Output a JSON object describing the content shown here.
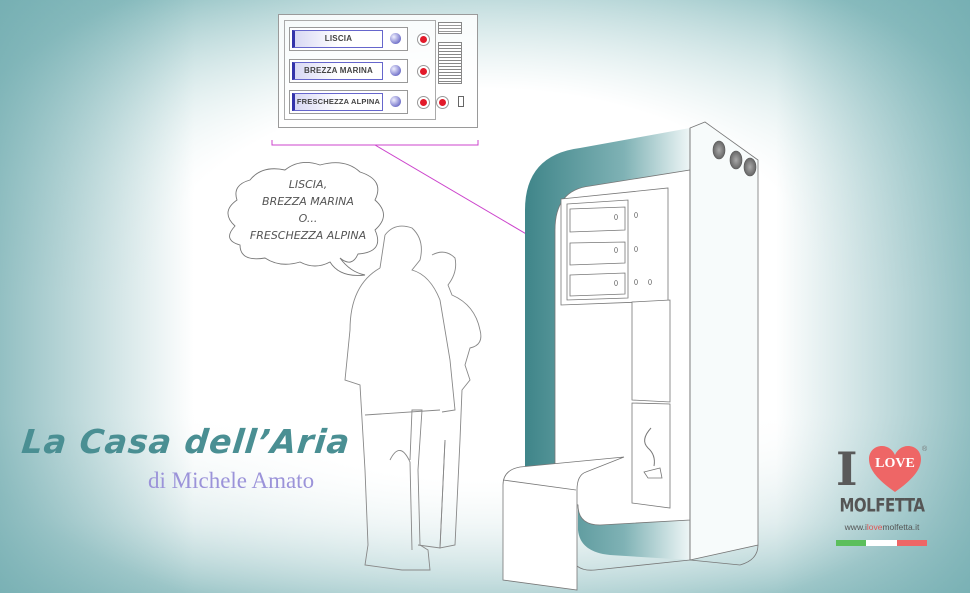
{
  "title": "La Casa dell’Aria",
  "subtitle": "di Michele Amato",
  "control_panel": {
    "buttons": [
      {
        "label": "LISCIA"
      },
      {
        "label": "BREZZA MARINA"
      },
      {
        "label": "FRESCHEZZA ALPINA"
      }
    ]
  },
  "speech_bubble": {
    "lines": [
      "LISCIA,",
      "BREZZA MARINA",
      "O...",
      "FRESCHEZZA ALPINA"
    ]
  },
  "logo": {
    "letter": "I",
    "heart_text": "LOVE",
    "registered": "®",
    "city": "MOLFETTA",
    "url_prefix": "www.i",
    "url_highlight": "love",
    "url_suffix": "molfetta.it",
    "flag_colors": [
      "#5cbf5c",
      "#ffffff",
      "#ee6666"
    ]
  },
  "colors": {
    "teal": "#4a8f93",
    "lavender": "#9b93d9",
    "magenta": "#cc44cc",
    "heart": "#ee6666"
  }
}
